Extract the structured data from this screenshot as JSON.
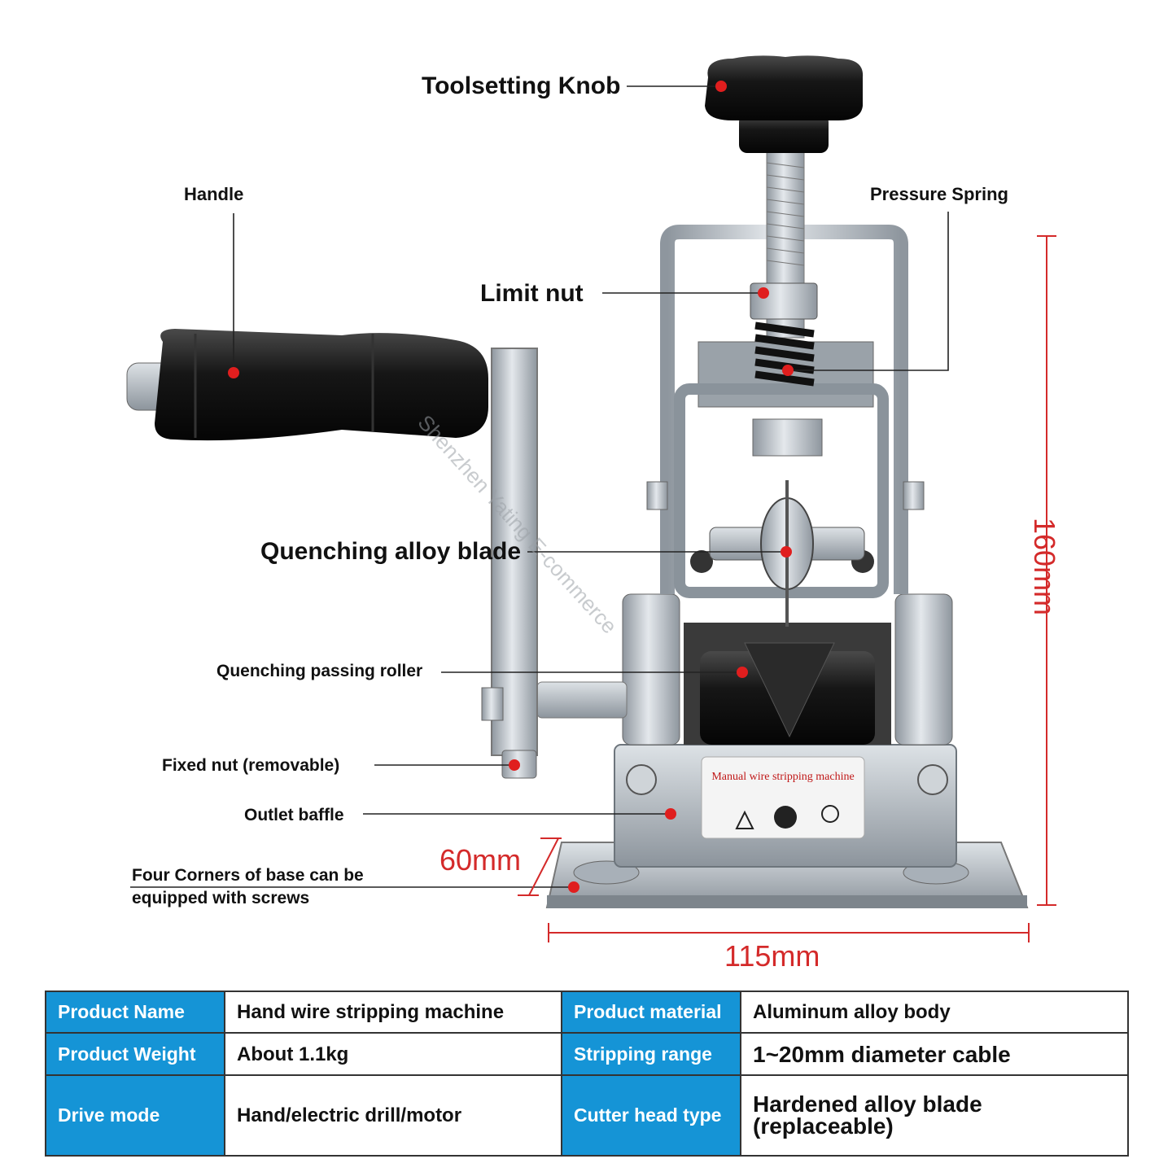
{
  "labels": {
    "toolsetting_knob": "Toolsetting Knob",
    "handle": "Handle",
    "pressure_spring": "Pressure Spring",
    "limit_nut": "Limit nut",
    "quenching_blade": "Quenching alloy blade",
    "passing_roller": "Quenching passing roller",
    "fixed_nut": "Fixed nut (removable)",
    "outlet_baffle": "Outlet baffle",
    "base_corners_line1": "Four Corners of base can be",
    "base_corners_line2": "equipped with screws"
  },
  "dimensions": {
    "height": "160mm",
    "width": "115mm",
    "depth": "60mm"
  },
  "machine_label": "Manual wire stripping machine",
  "watermark": "Shenzhen Yating E-commerce",
  "specs": {
    "rows": [
      {
        "k1": "Product Name",
        "v1": "Hand wire stripping machine",
        "k2": "Product material",
        "v2": "Aluminum alloy body"
      },
      {
        "k1": "Product Weight",
        "v1": "About 1.1kg",
        "k2": "Stripping range",
        "v2": "1~20mm diameter cable"
      },
      {
        "k1": "Drive mode",
        "v1": "Hand/electric drill/motor",
        "k2": "Cutter head type",
        "v2": "Hardened alloy blade (replaceable)"
      }
    ]
  },
  "colors": {
    "accent_red": "#d42a2a",
    "table_header_blue": "#1594d6",
    "metal": "#b8c0c8",
    "black_part": "#1a1a1a"
  }
}
